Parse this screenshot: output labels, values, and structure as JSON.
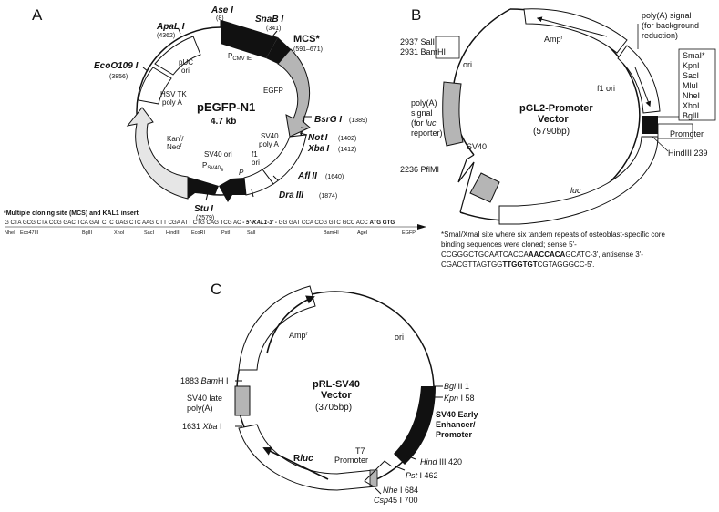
{
  "panelA": {
    "letter": "A",
    "title": "pEGFP-N1",
    "size": "4.7 kb",
    "ase": "Ase",
    "ase_num": "(8)",
    "sna": "Sna",
    "sna_b": "B I",
    "sna_num": "(341)",
    "mcs": "MCS*",
    "mcs_range": "(591–671)",
    "pcmv": "P",
    "pcmv_sub": "CMV IE",
    "egfp": "EGFP",
    "bsrg": "Bsr",
    "bsrg_b": "G I",
    "bsrg_num": "(1389)",
    "not": "Not",
    "not_b": "I",
    "not_num": "(1402)",
    "xba": "Xba",
    "xba_b": "I",
    "xba_num": "(1412)",
    "afl": "Afl",
    "afl_b": "II",
    "afl_num": "(1640)",
    "dra": "Dra",
    "dra_b": "III",
    "dra_num": "(1874)",
    "stu": "Stu",
    "stu_b": "I",
    "stu_num": "(2579)",
    "apa": "Apa",
    "apa_b": "L I",
    "apa_num": "(4362)",
    "eco": "Eco",
    "eco_b": "O109 I",
    "eco_num": "(3856)",
    "puc": "pUC",
    "puc2": "ori",
    "hsv": "HSV TK",
    "hsv2": "poly A",
    "kan": "Kan",
    "kan_sup": "r",
    "neo": "/",
    "neo2": "Neo",
    "neo_sup": "r",
    "sv40ori": "SV40 ori",
    "psv40": "P",
    "psv40_sub": "SV40",
    "psv40_e": "e",
    "sv40pa": "SV40",
    "sv40pa2": "poly A",
    "f1": "f1",
    "f1b": "ori",
    "p": "P",
    "mcs_note": "*Multiple cloning site (MCS) and KAL1 insert",
    "seq": "G CTA GCG CTA CCG GAC TCA GAT CTC GAG CTC AAG CTT CGA ATT CTG CAG TCG AC",
    "seq_kal": " - 5'-KAL1-3' - ",
    "seq2": "GG GAT CCA CCG GTC GCC ACC ",
    "seq_atg": "ATG GTG",
    "sites": [
      "NheI",
      "Eco47III",
      "BglII",
      "XhoI",
      "SacI",
      "HindIII",
      "EcoRI",
      "PstI",
      "SalI",
      "BamHI",
      "AgeI",
      "EGFP"
    ]
  },
  "panelB": {
    "letter": "B",
    "title": "pGL2-Promoter",
    "title2": "Vector",
    "size": "(5790bp)",
    "amp": "Amp",
    "amp_sup": "r",
    "polyA_top": [
      "poly(A) signal",
      "(for background",
      "reduction)"
    ],
    "sites_box": [
      "SmaI*",
      "KpnI",
      "SacI",
      "MluI",
      "NheI",
      "XhoI",
      "BglII"
    ],
    "f1": "f1 ori",
    "promoter": "Promoter",
    "hind": "HindIII 239",
    "luc": "luc",
    "sal": "2937 SalI",
    "bam": "2931 BamHI",
    "ori": "ori",
    "polyA_left": [
      "poly(A)",
      "signal",
      "(for",
      "reporter)"
    ],
    "polyA_left_i": "luc",
    "sv40": "SV40",
    "pfl": "2236 PflMI",
    "note": [
      "*SmaI/XmaI site where six tandem repeats of osteoblast-specific core",
      "binding sequences were cloned; sense 5'-",
      "CCGGGCTGCAATCACCA",
      "AACCACA",
      "GCATC-3', antisense 3'-",
      "CGACGTTAGTGG",
      "TTGGTGT",
      "CGTAGGGCC-5'."
    ]
  },
  "panelC": {
    "letter": "C",
    "title": "pRL-SV40",
    "title2": "Vector",
    "size": "(3705bp)",
    "amp": "Amp",
    "amp_sup": "r",
    "ori": "ori",
    "bgl": "Bgl",
    "bgl_n": " II 1",
    "kpn": "Kpn",
    "kpn_n": " I 58",
    "sv40e": [
      "SV40 Early",
      "Enhancer/",
      "Promoter"
    ],
    "hind": "Hind",
    "hind_n": " III 420",
    "pst": "Pst",
    "pst_n": " I 462",
    "nhe": "Nhe",
    "nhe_n": " I 684",
    "csp": "Csp",
    "csp_n": "45 I 700",
    "t7": [
      "T7",
      "Promoter"
    ],
    "rluc": "R",
    "rluc_i": "luc",
    "bam": "1883 ",
    "bam_i": "Bam",
    "bam_n": "H I",
    "sv40late": [
      "SV40 late",
      "poly(A)"
    ],
    "xba": "1631 ",
    "xba_i": "Xba",
    "xba_n": " I"
  },
  "colors": {
    "black": "#111111",
    "grey": "#b5b5b5",
    "lightgrey": "#e6e6e6",
    "white": "#ffffff"
  }
}
